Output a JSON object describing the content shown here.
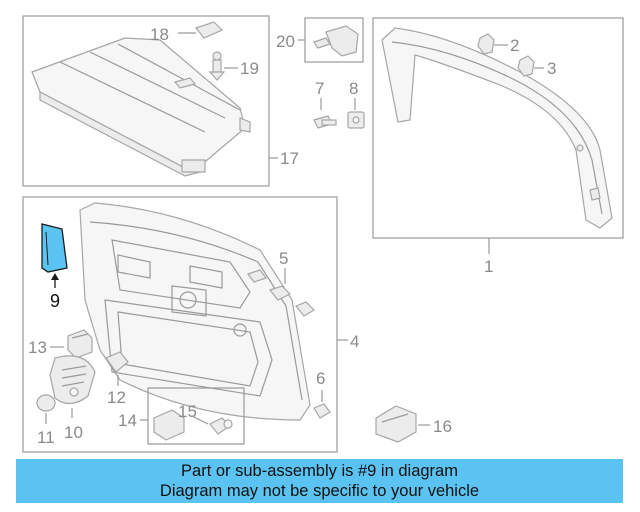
{
  "callouts": {
    "c1": "1",
    "c2": "2",
    "c3": "3",
    "c4": "4",
    "c5": "5",
    "c6": "6",
    "c7": "7",
    "c8": "8",
    "c9": "9",
    "c10": "10",
    "c11": "11",
    "c12": "12",
    "c13": "13",
    "c14": "14",
    "c15": "15",
    "c16": "16",
    "c17": "17",
    "c18": "18",
    "c19": "19",
    "c20": "20"
  },
  "highlight": {
    "part": "9",
    "color": "#5bc3f2"
  },
  "banner": {
    "line1": "Part or sub-assembly is #9 in diagram",
    "line2": "Diagram may not be specific to your vehicle",
    "color": "#5bc3f2"
  }
}
